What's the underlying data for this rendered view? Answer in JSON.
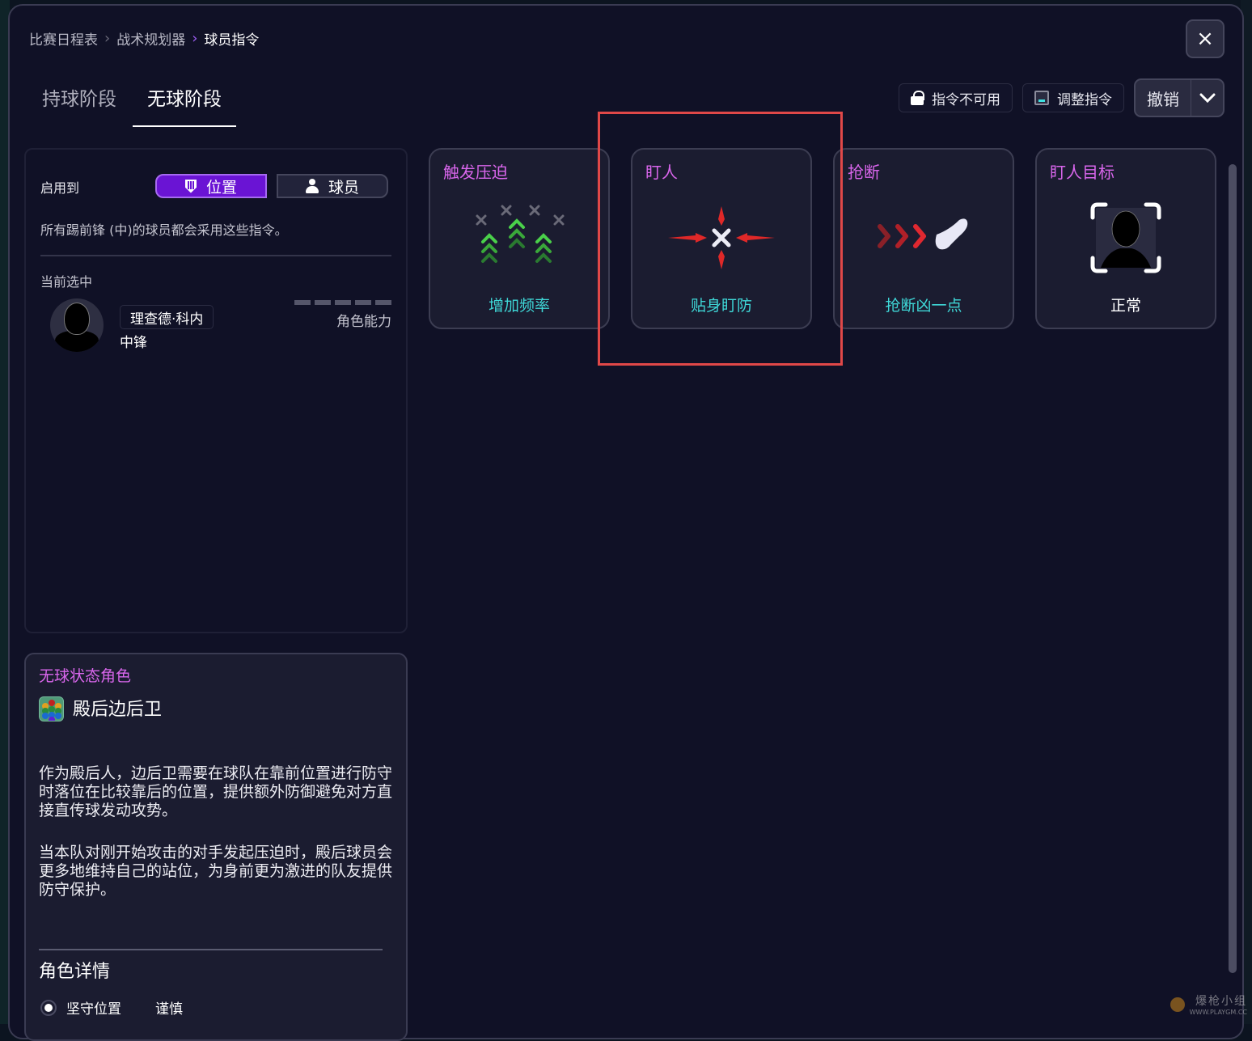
{
  "breadcrumb": [
    "比赛日程表",
    "战术规划器",
    "球员指令"
  ],
  "close_icon": "×",
  "tabs": [
    {
      "label": "持球阶段",
      "active": false
    },
    {
      "label": "无球阶段",
      "active": true
    }
  ],
  "top_actions": {
    "unavailable_label": "指令不可用",
    "adjust_label": "调整指令",
    "undo_label": "撤销"
  },
  "left_panel": {
    "apply_label": "启用到",
    "segment": {
      "position_label": "位置",
      "player_label": "球员",
      "selected": "位置"
    },
    "hint": "所有踢前锋 (中)的球员都会采用这些指令。",
    "current_label": "当前选中",
    "player": {
      "name": "理查德·科内",
      "position": "中锋"
    },
    "ability_label": "角色能力",
    "ability_bars": 5
  },
  "role_panel": {
    "header": "无球状态角色",
    "role_name": "殿后边后卫",
    "description": [
      "作为殿后人，边后卫需要在球队在靠前位置进行防守时落位在比较靠后的位置，提供额外防御避免对方直接直传球发动攻势。",
      "当本队对刚开始攻击的对手发起压迫时，殿后球员会更多地维持自己的站位，为身前更为激进的队友提供防守保护。"
    ],
    "details_header": "角色详情",
    "detail_label": "坚守位置",
    "detail_value": "谨慎"
  },
  "cards": [
    {
      "title": "触发压迫",
      "value": "增加频率",
      "icon": "pressing-arrows-icon"
    },
    {
      "title": "盯人",
      "value": "贴身盯防",
      "icon": "tight-marking-icon"
    },
    {
      "title": "抢断",
      "value": "抢断凶一点",
      "icon": "tackle-boot-icon"
    },
    {
      "title": "盯人目标",
      "value": "正常",
      "icon": "player-target-icon"
    }
  ],
  "colors": {
    "accent_purple": "#6a14d4",
    "title_pink": "#d966ec",
    "value_cyan": "#3fd8d8",
    "highlight_red": "#e04848"
  },
  "watermark": {
    "cn": "爆枪小组",
    "en": "WWW.PLAYGM.CC"
  }
}
